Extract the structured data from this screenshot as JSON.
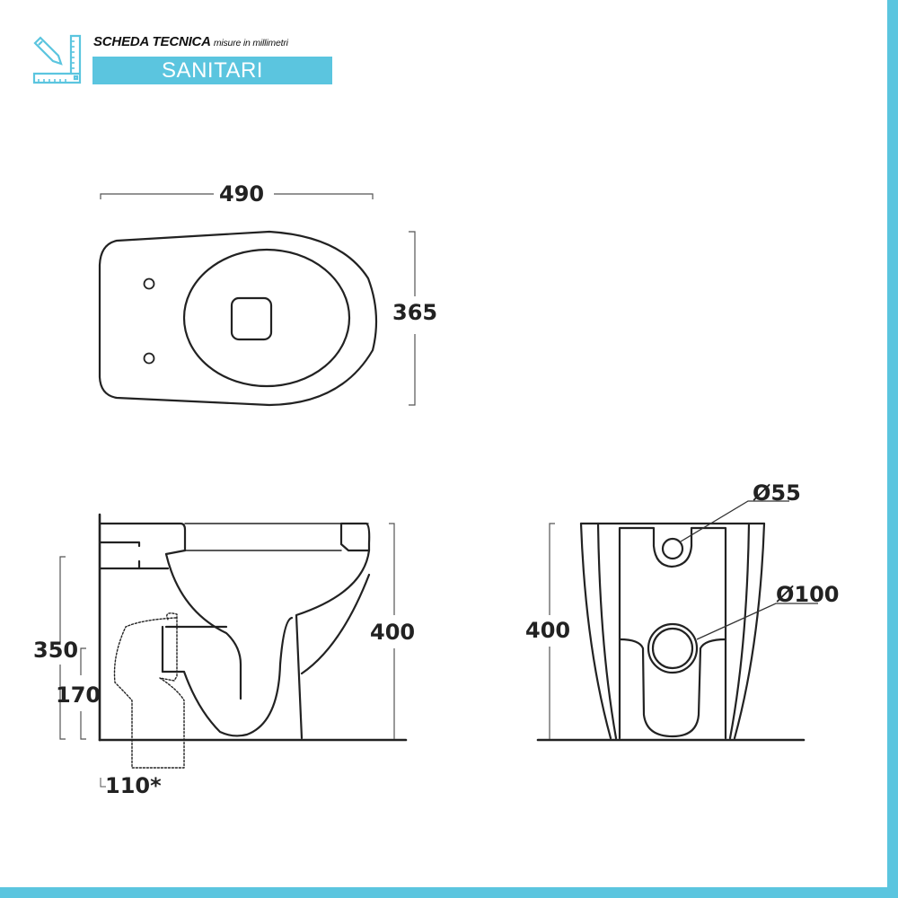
{
  "header": {
    "title": "SCHEDA TECNICA",
    "subtitle": "misure in millimetri",
    "category": "SANITARI",
    "icon": "ruler-pencil-icon"
  },
  "colors": {
    "accent": "#5bc5df",
    "line": "#222222",
    "dimension_line": "#555555"
  },
  "top_view": {
    "width_label": "490",
    "depth_label": "365"
  },
  "side_view": {
    "height_label": "400",
    "outlet_height_label": "350",
    "inlet_height_label": "170",
    "floor_outlet_label": "110*"
  },
  "rear_view": {
    "height_label": "400",
    "inlet_diameter_label": "Ø55",
    "outlet_diameter_label": "Ø100"
  }
}
